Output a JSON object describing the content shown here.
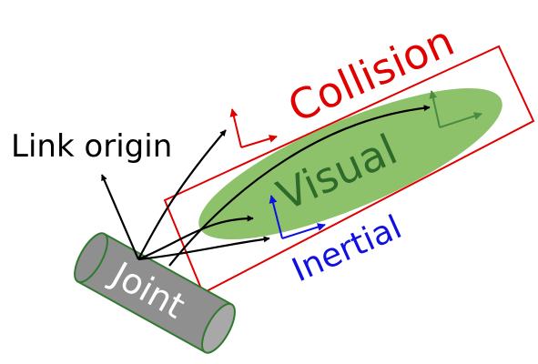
{
  "labels": {
    "link_origin": "Link origin",
    "joint": "Joint",
    "visual": "Visual",
    "collision": "Collision",
    "inertial": "Inertial"
  },
  "colors": {
    "collision": "#e00000",
    "inertial": "#1010e0",
    "visual_fill": "#8dc26a",
    "visual_text": "#2e6b2a",
    "visual_frame": "#4a8a43",
    "joint_fill": "#8f8f8f",
    "joint_cap": "#a8a8a8",
    "joint_outline": "#2f7a2f",
    "joint_text": "#ffffff",
    "arrows": "#000000"
  }
}
